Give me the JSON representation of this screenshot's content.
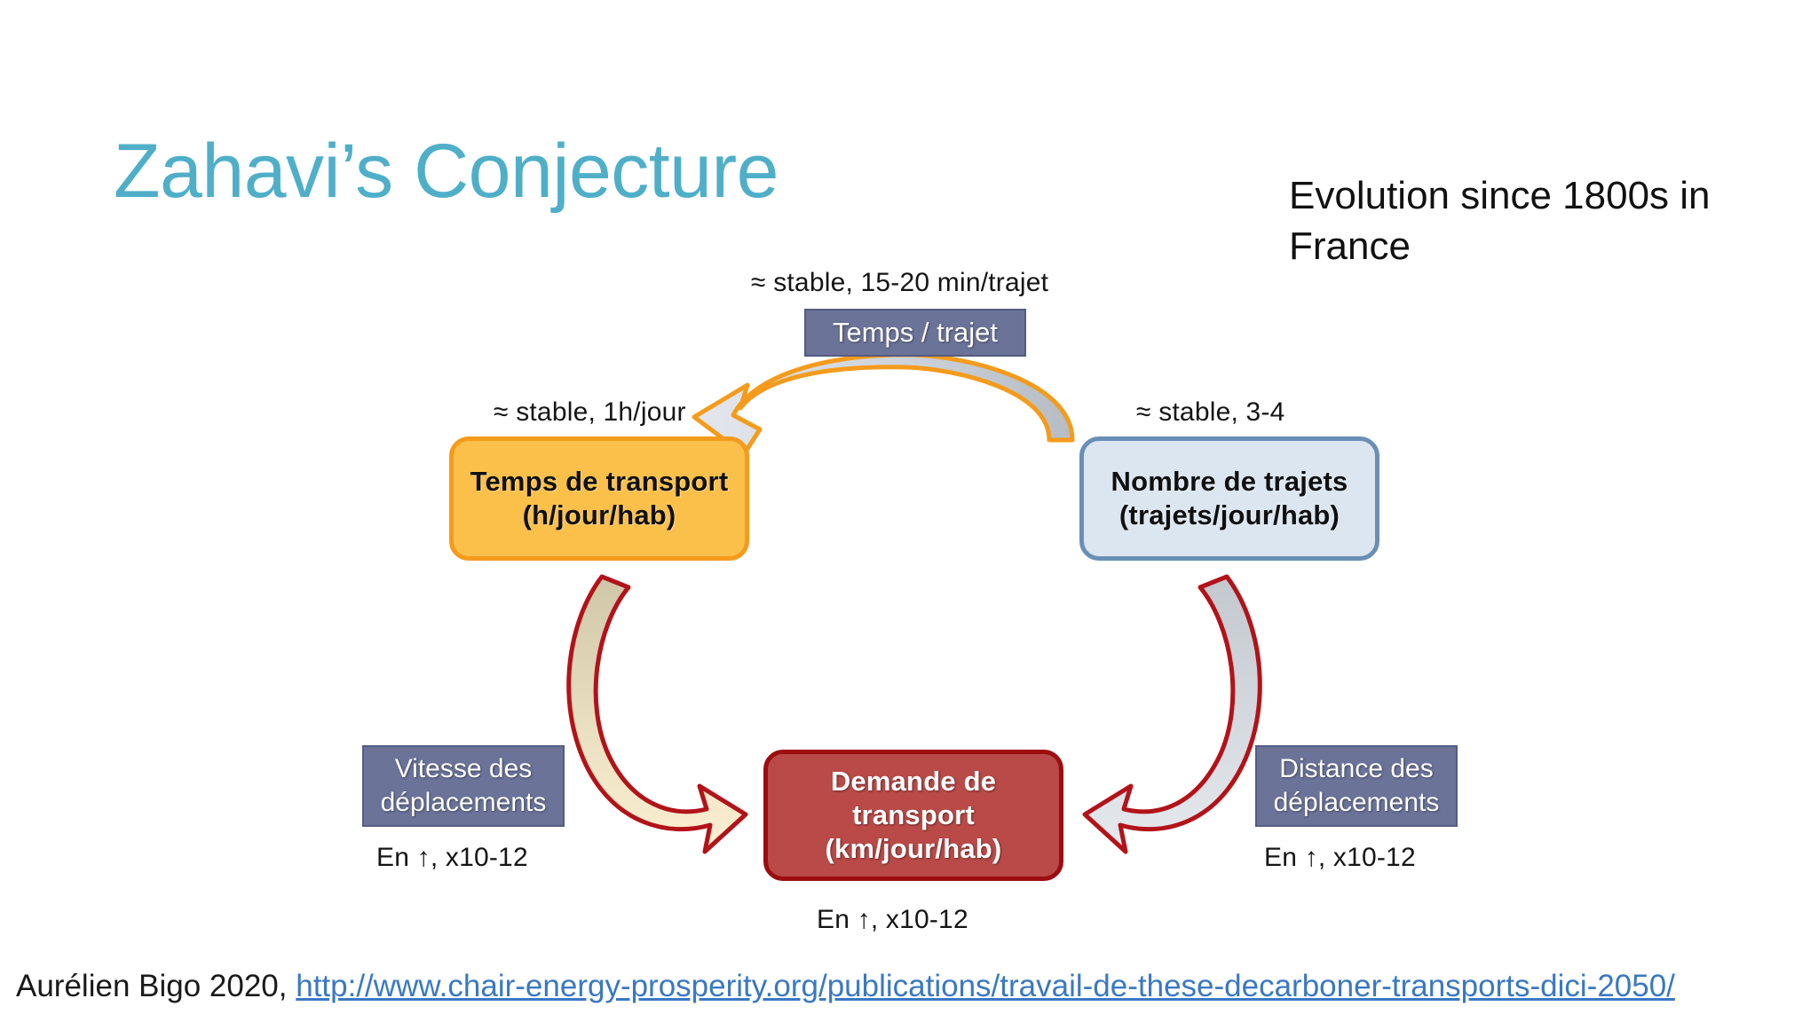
{
  "slide": {
    "title": "Zahavi’s Conjecture",
    "subtitle": "Evolution since 1800s in France",
    "title_color": "#4FAFC9"
  },
  "diagram": {
    "nodes": {
      "temps_de_transport": {
        "label": "Temps de transport (h/jour/hab)",
        "fill": "#FBC04A",
        "stroke": "#F59B1C",
        "annotation": "≈ stable, 1h/jour"
      },
      "nombre_de_trajets": {
        "label": "Nombre de trajets (trajets/jour/hab)",
        "fill": "#DCE6F1",
        "stroke": "#6A8FB5",
        "annotation": "≈ stable, 3-4"
      },
      "demande_de_transport": {
        "label": "Demande de transport (km/jour/hab)",
        "fill": "#B94A48",
        "stroke": "#9C0D10",
        "annotation": "En ↑, x10-12"
      }
    },
    "slates": {
      "temps_trajet": {
        "label": "Temps / trajet",
        "fill": "#6B7399",
        "annotation": "≈ stable, 15-20 min/trajet"
      },
      "vitesse": {
        "label": "Vitesse des déplacements",
        "fill": "#6B7399",
        "annotation": "En ↑, x10-12"
      },
      "distance": {
        "label": "Distance des déplacements",
        "fill": "#6B7399",
        "annotation": "En ↑, x10-12"
      }
    },
    "arrows": {
      "top": {
        "from": "nombre_de_trajets",
        "to": "temps_de_transport",
        "stroke": "#F59B1C",
        "fill": "#C9CED6"
      },
      "left": {
        "from": "temps_de_transport",
        "to": "demande_de_transport",
        "stroke": "#B21319",
        "fill": "#F6E3BD"
      },
      "right": {
        "from": "nombre_de_trajets",
        "to": "demande_de_transport",
        "stroke": "#B21319",
        "fill": "#C9CED6"
      }
    }
  },
  "footer": {
    "author": "Aurélien Bigo 2020, ",
    "url": "http://www.chair-energy-prosperity.org/publications/travail-de-these-decarboner-transports-dici-2050/",
    "link_color": "#3A78C3"
  }
}
